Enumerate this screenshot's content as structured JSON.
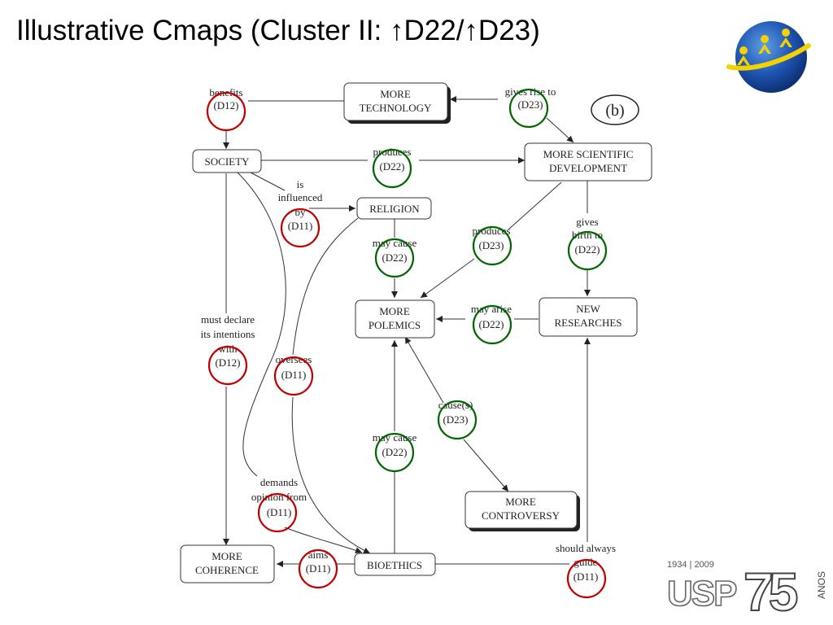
{
  "title": "Illustrative Cmaps (Cluster II: ↑D22/↑D23)",
  "panel_label": "(b)",
  "colors": {
    "red_ring": "#c00000",
    "green_ring": "#006600",
    "globe_blue": "#1f55b3",
    "figures_yellow": "#f2d200"
  },
  "icons": {
    "corner": "globe-with-figures-logo",
    "footer": "usp-75-anos-logo"
  },
  "nodes": {
    "more_technology": [
      "MORE",
      "TECHNOLOGY"
    ],
    "society": [
      "SOCIETY"
    ],
    "more_scientific_development": [
      "MORE SCIENTIFIC",
      "DEVELOPMENT"
    ],
    "religion": [
      "RELIGION"
    ],
    "more_polemics": [
      "MORE",
      "POLEMICS"
    ],
    "new_researches": [
      "NEW",
      "RESEARCHES"
    ],
    "more_controversy": [
      "MORE",
      "CONTROVERSY"
    ],
    "more_coherence": [
      "MORE",
      "COHERENCE"
    ],
    "bioethics": [
      "BIOETHICS"
    ]
  },
  "links": {
    "benefits": {
      "text": [
        "benefits",
        "(D12)"
      ],
      "tag": "D12",
      "ring": "red"
    },
    "gives_rise_to": {
      "text": [
        "gives rise to",
        "(D23)"
      ],
      "tag": "D23",
      "ring": "green"
    },
    "produces_1": {
      "text": [
        "produces",
        "(D22)"
      ],
      "tag": "D22",
      "ring": "green"
    },
    "is_influenced_by": {
      "text": [
        "is",
        "influenced",
        "by",
        "(D11)"
      ],
      "tag": "D11",
      "ring": "red"
    },
    "may_cause_1": {
      "text": [
        "may cause",
        "(D22)"
      ],
      "tag": "D22",
      "ring": "green"
    },
    "produces_2": {
      "text": [
        "produces",
        "(D23)"
      ],
      "tag": "D23",
      "ring": "green"
    },
    "gives_birth_to": {
      "text": [
        "gives",
        "birth to",
        "(D22)"
      ],
      "tag": "D22",
      "ring": "green"
    },
    "may_arise": {
      "text": [
        "may arise",
        "(D22)"
      ],
      "tag": "D22",
      "ring": "green"
    },
    "must_declare": {
      "text": [
        "must declare",
        "its intentions",
        "with",
        "(D12)"
      ],
      "tag": "D12",
      "ring": "red"
    },
    "oversees": {
      "text": [
        "oversees",
        "(D11)"
      ],
      "tag": "D11",
      "ring": "red"
    },
    "causes": {
      "text": [
        "cause(s)",
        "(D23)"
      ],
      "tag": "D23",
      "ring": "green"
    },
    "may_cause_2": {
      "text": [
        "may cause",
        "(D22)"
      ],
      "tag": "D22",
      "ring": "green"
    },
    "demands_opinion": {
      "text": [
        "demands",
        "opinion from",
        "(D11)"
      ],
      "tag": "D11",
      "ring": "red"
    },
    "aims": {
      "text": [
        "aims",
        "(D11)"
      ],
      "tag": "D11",
      "ring": "red"
    },
    "should_always_guide": {
      "text": [
        "should always",
        "guide",
        "(D11)"
      ],
      "tag": "D11",
      "ring": "red"
    }
  },
  "footer": {
    "years": "1934 | 2009",
    "letters": "USP",
    "number": "75",
    "word": "ANOS"
  }
}
